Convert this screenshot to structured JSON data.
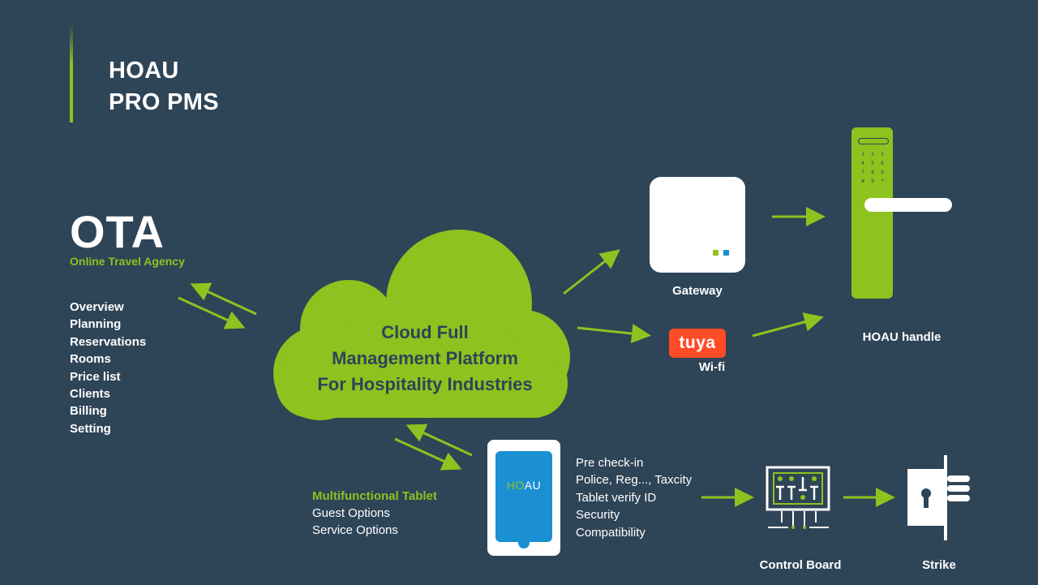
{
  "title": {
    "line1": "HOAU",
    "line2": "PRO PMS"
  },
  "ota": {
    "heading": "OTA",
    "subtitle": "Online Travel Agency",
    "items": [
      "Overview",
      "Planning",
      "Reservations",
      "Rooms",
      "Price list",
      "Clients",
      "Billing",
      "Setting"
    ]
  },
  "cloud": {
    "lines": [
      "Cloud Full",
      "Management Platform",
      "For Hospitality Industries"
    ]
  },
  "gateway": {
    "label": "Gateway"
  },
  "tuya": {
    "logo": "tuya",
    "label": "Wi-fi"
  },
  "handle": {
    "label": "HOAU handle",
    "keypad": [
      "1",
      "2",
      "3",
      "4",
      "5",
      "6",
      "7",
      "8",
      "9",
      "#",
      "0",
      "*"
    ]
  },
  "tablet": {
    "logo_ho": "HO",
    "logo_au": "AU",
    "title": "Multifunctional Tablet",
    "options": [
      "Guest Options",
      "Service Options"
    ],
    "features": [
      "Pre check-in",
      "Police, Reg..., Taxcity",
      "Tablet verify ID",
      "Security",
      "Compatibility"
    ]
  },
  "control_board": {
    "label": "Control Board"
  },
  "strike": {
    "label": "Strike"
  },
  "colors": {
    "background": "#2e4457",
    "accent_green": "#8ec21f",
    "tablet_blue": "#1a8fd2",
    "tuya_red": "#ff4b26",
    "white": "#ffffff"
  }
}
